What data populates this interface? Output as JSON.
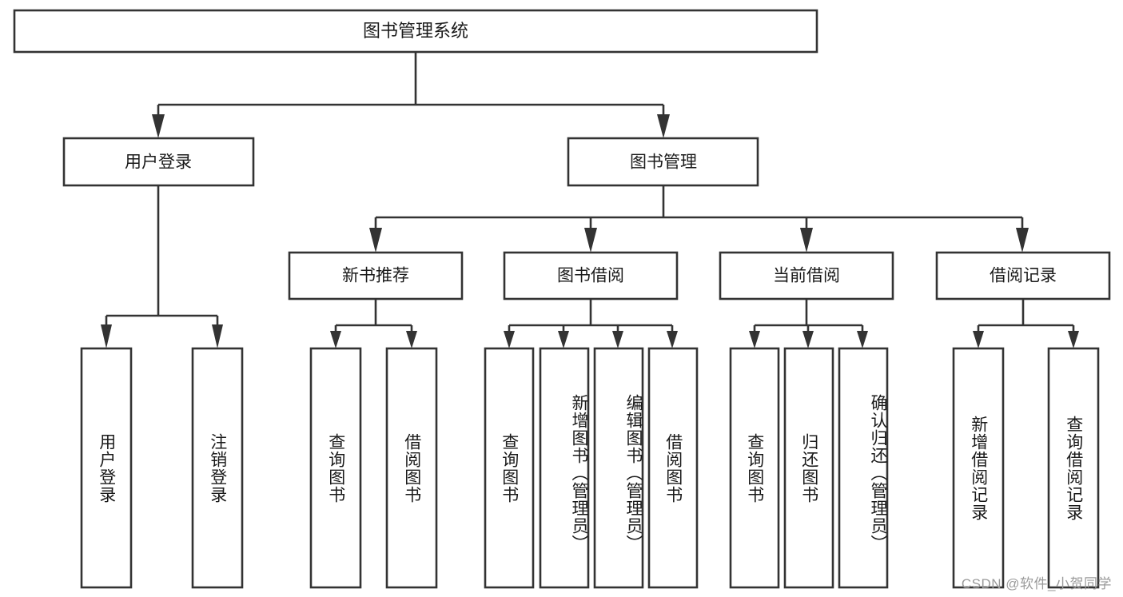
{
  "diagram": {
    "type": "tree-hierarchy",
    "title": "图书管理系统",
    "orientation": "top-down",
    "root": {
      "id": "root",
      "label": "图书管理系统",
      "level": 0
    },
    "level2": [
      {
        "id": "user-login",
        "label": "用户登录"
      },
      {
        "id": "book-management",
        "label": "图书管理"
      }
    ],
    "level3": [
      {
        "id": "new-book-recommend",
        "label": "新书推荐",
        "parent": "book-management"
      },
      {
        "id": "book-borrow",
        "label": "图书借阅",
        "parent": "book-management"
      },
      {
        "id": "current-borrow",
        "label": "当前借阅",
        "parent": "book-management"
      },
      {
        "id": "borrow-record",
        "label": "借阅记录",
        "parent": "book-management"
      }
    ],
    "leaves": [
      {
        "id": "leaf-user-login",
        "label": "用户登录",
        "parent": "user-login"
      },
      {
        "id": "leaf-user-logout",
        "label": "注销登录",
        "parent": "user-login"
      },
      {
        "id": "leaf-query-book-1",
        "label": "查询图书",
        "parent": "new-book-recommend"
      },
      {
        "id": "leaf-borrow-book-1",
        "label": "借阅图书",
        "parent": "new-book-recommend"
      },
      {
        "id": "leaf-query-book-2",
        "label": "查询图书",
        "parent": "book-borrow"
      },
      {
        "id": "leaf-add-book",
        "label": "新增图书（管理员）",
        "parent": "book-borrow"
      },
      {
        "id": "leaf-edit-book",
        "label": "编辑图书（管理员）",
        "parent": "book-borrow"
      },
      {
        "id": "leaf-borrow-book-2",
        "label": "借阅图书",
        "parent": "book-borrow"
      },
      {
        "id": "leaf-query-book-3",
        "label": "查询图书",
        "parent": "current-borrow"
      },
      {
        "id": "leaf-return-book",
        "label": "归还图书",
        "parent": "current-borrow"
      },
      {
        "id": "leaf-confirm-return",
        "label": "确认归还（管理员）",
        "parent": "current-borrow"
      },
      {
        "id": "leaf-add-record",
        "label": "新增借阅记录",
        "parent": "borrow-record"
      },
      {
        "id": "leaf-query-record",
        "label": "查询借阅记录",
        "parent": "borrow-record"
      }
    ],
    "colors": {
      "box_stroke": "#333333",
      "box_fill": "#ffffff",
      "text": "#1a1a1a",
      "background": "#ffffff",
      "watermark": "#9a9a9a"
    }
  },
  "watermark": {
    "text": "CSDN @软件_小贺同学"
  }
}
